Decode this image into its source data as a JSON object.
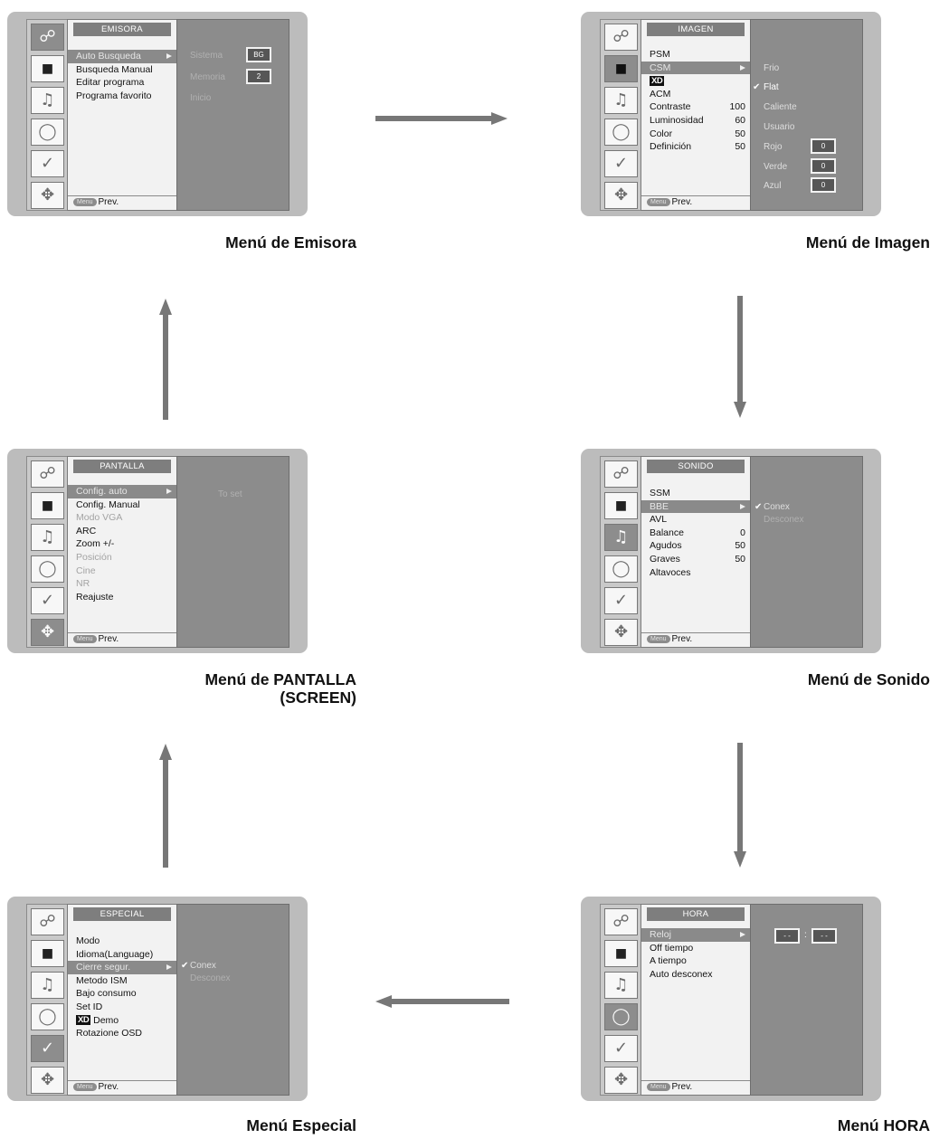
{
  "icons": {
    "station": "antenna-icon",
    "picture": "tv-screen-icon",
    "sound": "speaker-icon",
    "time": "clock-icon",
    "special": "wrench-icon",
    "screen": "move-arrows-icon"
  },
  "footer": {
    "key": "Menu",
    "label": "Prev."
  },
  "emisora": {
    "title": "EMISORA",
    "items": [
      "Auto Busqueda",
      "Busqueda Manual",
      "Editar programa",
      "Programa favorito"
    ],
    "sub": {
      "labels": [
        "Sistema",
        "Memoria",
        "Inicio"
      ],
      "values": [
        "BG",
        "2"
      ]
    },
    "caption": "Menú de Emisora"
  },
  "imagen": {
    "title": "IMAGEN",
    "items": [
      {
        "label": "PSM",
        "value": ""
      },
      {
        "label": "CSM",
        "value": ""
      },
      {
        "label": "XD",
        "value": ""
      },
      {
        "label": "ACM",
        "value": ""
      },
      {
        "label": "Contraste",
        "value": "100"
      },
      {
        "label": "Luminosidad",
        "value": "60"
      },
      {
        "label": "Color",
        "value": "50"
      },
      {
        "label": "Definición",
        "value": "50"
      }
    ],
    "sub": {
      "options": [
        "Frio",
        "Flat",
        "Caliente",
        "Usuario"
      ],
      "checked": "✔",
      "rgb": [
        {
          "label": "Rojo",
          "value": "0"
        },
        {
          "label": "Verde",
          "value": "0"
        },
        {
          "label": "Azul",
          "value": "0"
        }
      ]
    },
    "caption": "Menú de Imagen"
  },
  "pantalla": {
    "title": "PANTALLA",
    "items": [
      "Config. auto",
      "Config. Manual",
      "Modo VGA",
      "ARC",
      "Zoom +/-",
      "Posición",
      "Cine",
      "NR",
      "Reajuste"
    ],
    "sub": {
      "option": "To set"
    },
    "caption_line1": "Menú de PANTALLA",
    "caption_line2": "(SCREEN)"
  },
  "sonido": {
    "title": "SONIDO",
    "items": [
      {
        "label": "SSM",
        "value": ""
      },
      {
        "label": "BBE",
        "value": ""
      },
      {
        "label": "AVL",
        "value": ""
      },
      {
        "label": "Balance",
        "value": "0"
      },
      {
        "label": "Agudos",
        "value": "50"
      },
      {
        "label": "Graves",
        "value": "50"
      },
      {
        "label": "Altavoces",
        "value": ""
      }
    ],
    "sub": {
      "options": [
        "Conex",
        "Desconex"
      ],
      "checked": "✔"
    },
    "caption": "Menú de Sonido"
  },
  "especial": {
    "title": "ESPECIAL",
    "items": [
      "Modo",
      "Idioma(Language)",
      "Cierre segur.",
      "Metodo ISM",
      "Bajo consumo",
      "Set ID",
      "Demo",
      "Rotazione OSD"
    ],
    "demo_badge": "XD",
    "sub": {
      "options": [
        "Conex",
        "Desconex"
      ],
      "checked": "✔"
    },
    "caption": "Menú Especial"
  },
  "hora": {
    "title": "HORA",
    "items": [
      "Reloj",
      "Off tiempo",
      "A tiempo",
      "Auto desconex"
    ],
    "sub": {
      "hour": "- -",
      "minute": "- -",
      "separator": ":"
    },
    "caption": "Menú HORA"
  }
}
